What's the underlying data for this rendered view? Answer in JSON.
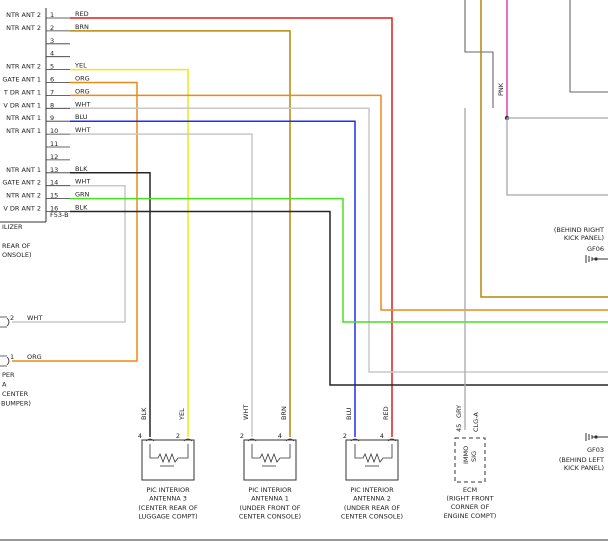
{
  "connector": {
    "id": "F53-B",
    "module_label": "ILIZER",
    "location": [
      "REAR OF",
      "ONSOLE)"
    ],
    "pins": [
      {
        "num": "1",
        "func": "NTR ANT 2",
        "wire": "RED"
      },
      {
        "num": "2",
        "func": "NTR ANT 2",
        "wire": "BRN"
      },
      {
        "num": "3",
        "func": "",
        "wire": ""
      },
      {
        "num": "4",
        "func": "",
        "wire": ""
      },
      {
        "num": "5",
        "func": "NTR ANT 2",
        "wire": "YEL"
      },
      {
        "num": "6",
        "func": "GATE ANT 1",
        "wire": "ORG"
      },
      {
        "num": "7",
        "func": "T DR ANT 1",
        "wire": "ORG"
      },
      {
        "num": "8",
        "func": "V DR ANT 1",
        "wire": "WHT"
      },
      {
        "num": "9",
        "func": "NTR ANT 1",
        "wire": "BLU"
      },
      {
        "num": "10",
        "func": "NTR ANT 1",
        "wire": "WHT"
      },
      {
        "num": "11",
        "func": "",
        "wire": ""
      },
      {
        "num": "12",
        "func": "",
        "wire": ""
      },
      {
        "num": "13",
        "func": "NTR ANT 1",
        "wire": "BLK"
      },
      {
        "num": "14",
        "func": "GATE ANT 2",
        "wire": "WHT"
      },
      {
        "num": "15",
        "func": "NTR ANT 2",
        "wire": "GRN"
      },
      {
        "num": "16",
        "func": "V DR ANT 2",
        "wire": "BLK"
      }
    ]
  },
  "left_parts": {
    "upper_pin": "2",
    "upper_wire": "WHT",
    "lower_pin": "1",
    "lower_wire": "ORG",
    "label": [
      "PER",
      "A",
      "CENTER",
      "BUMPER)"
    ]
  },
  "top_right_wire": "PNK",
  "grounds": {
    "upper": {
      "location": [
        "(BEHIND RIGHT",
        "KICK PANEL)"
      ],
      "id": "GF06"
    },
    "lower": {
      "location": [
        "(BEHIND LEFT",
        "KICK PANEL)"
      ],
      "id": "GF03"
    }
  },
  "antennas": [
    {
      "pins": [
        "4",
        "2"
      ],
      "wires": [
        "BLK",
        "YEL"
      ],
      "title": [
        "PIC INTERIOR",
        "ANTENNA 3"
      ],
      "location": [
        "(CENTER REAR OF",
        "LUGGAGE COMPT)"
      ]
    },
    {
      "pins": [
        "2",
        "4"
      ],
      "wires": [
        "WHT",
        "BRN"
      ],
      "title": [
        "PIC INTERIOR",
        "ANTENNA 1"
      ],
      "location": [
        "(UNDER FRONT OF",
        "CENTER CONSOLE)"
      ]
    },
    {
      "pins": [
        "2",
        "4"
      ],
      "wires": [
        "BLU",
        "RED"
      ],
      "title": [
        "PIC INTERIOR",
        "ANTENNA 2"
      ],
      "location": [
        "(UNDER REAR OF",
        "CENTER CONSOLE)"
      ]
    }
  ],
  "ecm": {
    "pin": "45",
    "wire": "GRY",
    "connector": "CLG-A",
    "signal": [
      "IMMO",
      "SIG"
    ],
    "label": [
      "ECM",
      "(RIGHT FRONT",
      "CORNER OF",
      "ENGINE COMPT)"
    ]
  },
  "colors": {
    "RED": "#e21b1b",
    "BRN": "#b8860b",
    "YEL": "#ecec12",
    "ORG": "#ea8a1a",
    "WHT": "#c8c8c8",
    "BLU": "#1f2ff0",
    "BLK": "#262626",
    "GRN": "#48e020",
    "PNK": "#e040b8",
    "GRY": "#a8a8a8",
    "FRAME": "#333333"
  }
}
